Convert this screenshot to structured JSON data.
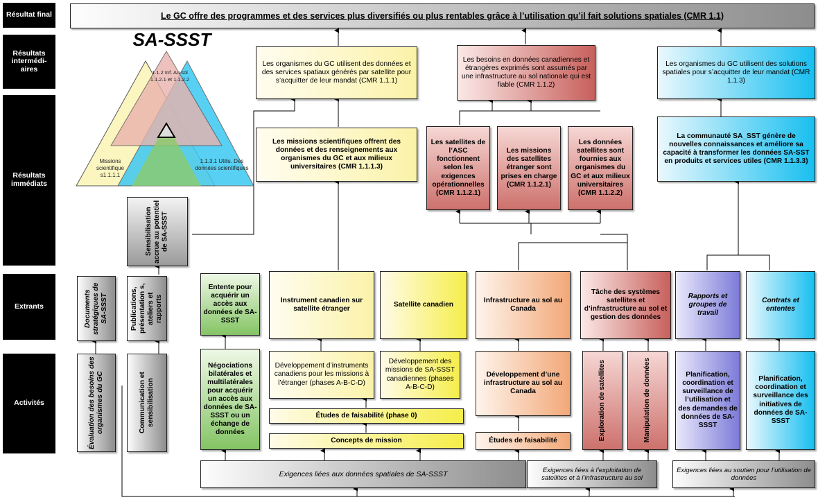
{
  "levels": {
    "final": "Résultat final",
    "intermediate": "Résultats intermédi-aires",
    "immediate": "Résultats immédiats",
    "outputs": "Extrants",
    "activities": "Activités"
  },
  "final_outcome": "Le GC offre des programmes et des services plus diversifiés ou plus rentables grâce à l’utilisation qu’il fait solutions spatiales (CMR 1.1)",
  "logo": {
    "title": "SA-SSST",
    "top_label": "1.1.2 Inf. Au sol 1.1.2.1 et 1.1.2.2",
    "left_label": "Missions scientifique s1.1.1.1",
    "right_label": "1.1.3.1 Utilis. Des données scientifiques"
  },
  "intermediate": {
    "cmr111": "Les organismes du GC utilisent des données et des services spatiaux générés par satellite pour s’acquitter de leur mandat (CMR 1.1.1)",
    "cmr112": "Les besoins en données canadiennes et étrangères exprimés sont assumés par une infrastructure au sol nationale qui est fiable (CMR 1.1.2)",
    "cmr113": "Les organismes du GC utilisent des solutions spatiales pour s’acquitter de leur mandat (CMR 1.1.3)"
  },
  "immediate": {
    "awareness": "Sensibilisation accrue au potentiel de SA-SSST",
    "cmr1113": "Les missions scientifiques offrent des données et des renseignements aux organismes du GC et aux milieux universitaires (CMR 1.1.1.3)",
    "asc": "Les satellites de l’ASC fonctionnent selon les exigences opérationnelles (CMR 1.1.2.1)",
    "foreign": "Les missions des satellites étranger sont prises en charge (CMR 1.1.2.1)",
    "provided": "Les données satellites sont fournies aux organismes du GC et aux milieux universitaires (CMR 1.1.2.2)",
    "community": "La communauté SA_SST génère de nouvelles connaissances et améliore sa capacité à transformer les données SA-SST en produits et services utiles (CMR 1.1.3.3)"
  },
  "outputs": {
    "docs": "Documents stratégiques de SA-SSST",
    "pubs": "Publications, présentation s, ateliers et rapports",
    "agreement": "Entente pour acquérir un accès aux données de SA-SSST",
    "instrument": "Instrument canadien sur satellite étranger",
    "satellite": "Satellite canadien",
    "ground": "Infrastructure au sol au Canada",
    "tasking": "Tâche des systèmes satellites et d’infrastructure au sol et gestion des données",
    "reports": "Rapports et groupes de travail",
    "contracts": "Contrats et ententes"
  },
  "activities": {
    "eval": "Évaluation des besoins des organismes du GC",
    "comm": "Communication et sensibilisation",
    "negot": "Négociations bilatérales et multilatérales pour acquérir un accès aux données de SA-SSST ou un échange de données",
    "dev_instr": "Développement d’instruments canadiens pour les missions à l’étranger (phases A-B-C-D)",
    "dev_missions": "Développement des missions de SA-SSST canadiennes (phases A-B-C-D)",
    "feas0": "Études de faisabilité (phase 0)",
    "concepts": "Concepts de mission",
    "dev_ground": "Développement d’une infrastructure au sol au Canada",
    "feas": "Études de faisabilité",
    "exploit": "Exploration de satellites",
    "manip": "Manipulation de données",
    "plan1": "Planification, coordination et surveillance de l’utilisation et des demandes de données de SA-SSST",
    "plan2": "Planification, coordination et surveillance des initiatives de données de SA-SSST"
  },
  "requirements": {
    "data": "Exigences liées aux données spatiales de SA-SSST",
    "exploit": "Exigences liées à l’exploitation de satellites et à l’infrastructure au sol",
    "support": "Exigences liées au soutien pour l’utilisation de données"
  },
  "colors": {
    "yellow": "#f5ee4a",
    "red": "#c8605b",
    "orange": "#f2a878",
    "blue": "#18bff0",
    "green": "#84c464",
    "gray": "#8d8d8d",
    "purple": "#7c7bd8"
  }
}
